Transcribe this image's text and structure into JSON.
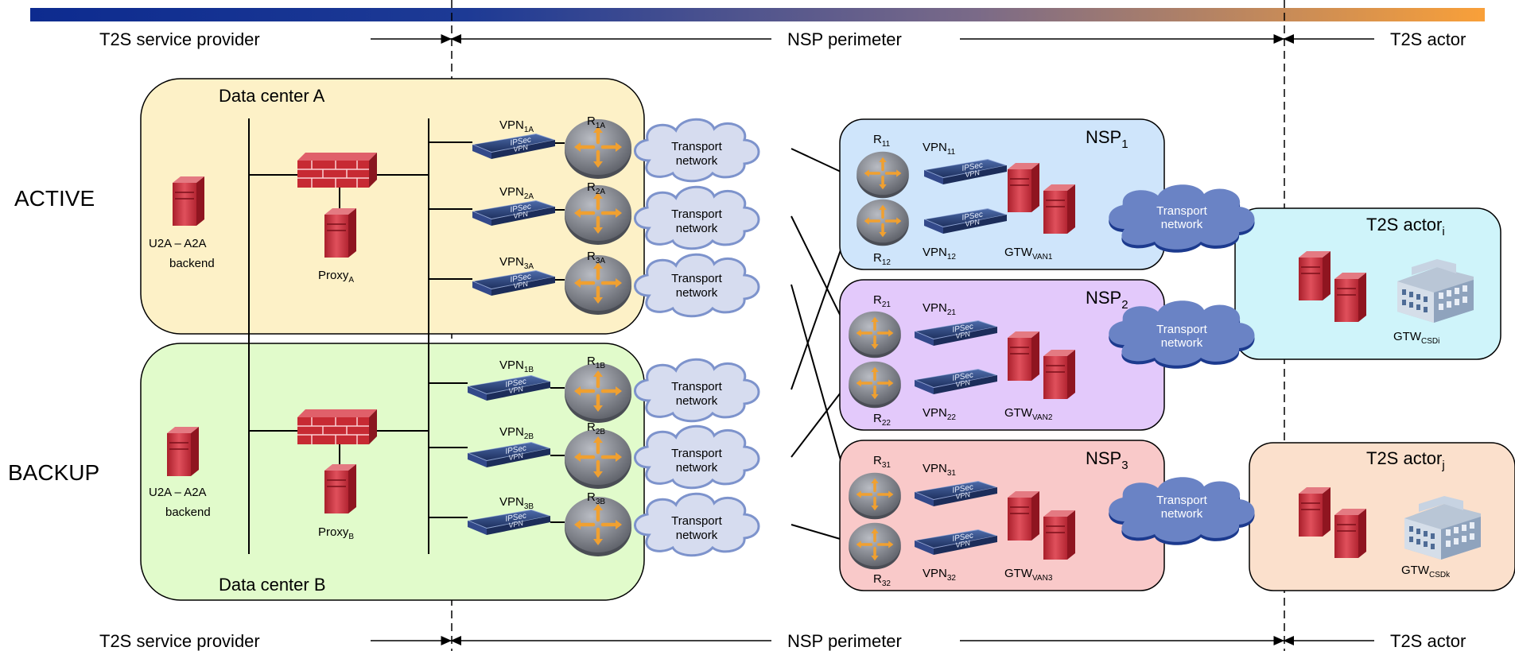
{
  "header": {
    "left": "T2S service provider",
    "center": "NSP perimeter",
    "right": "T2S actor"
  },
  "footer": {
    "left": "T2S service provider",
    "center": "NSP perimeter",
    "right": "T2S actor"
  },
  "modes": {
    "active": "ACTIVE",
    "backup": "BACKUP"
  },
  "data_centers": [
    {
      "title": "Data center A",
      "backend": [
        "U2A – A2A",
        "backend"
      ],
      "proxy": "Proxy",
      "proxy_sub": "A"
    },
    {
      "title": "Data center B",
      "backend": [
        "U2A – A2A",
        "backend"
      ],
      "proxy": "Proxy",
      "proxy_sub": "B"
    }
  ],
  "dc_links": [
    {
      "vpn": "VPN",
      "vpn_sub": "1A",
      "router": "R",
      "router_sub": "1A"
    },
    {
      "vpn": "VPN",
      "vpn_sub": "2A",
      "router": "R",
      "router_sub": "2A"
    },
    {
      "vpn": "VPN",
      "vpn_sub": "3A",
      "router": "R",
      "router_sub": "3A"
    },
    {
      "vpn": "VPN",
      "vpn_sub": "1B",
      "router": "R",
      "router_sub": "1B"
    },
    {
      "vpn": "VPN",
      "vpn_sub": "2B",
      "router": "R",
      "router_sub": "2B"
    },
    {
      "vpn": "VPN",
      "vpn_sub": "3B",
      "router": "R",
      "router_sub": "3B"
    }
  ],
  "cloud_label": [
    "Transport",
    "network"
  ],
  "nsps": [
    {
      "title": "NSP",
      "title_sub": "1",
      "r_top": "R",
      "r_top_sub": "11",
      "vpn_top": "VPN",
      "vpn_top_sub": "11",
      "r_bot": "R",
      "r_bot_sub": "12",
      "vpn_bot": "VPN",
      "vpn_bot_sub": "12",
      "gtw": "GTW",
      "gtw_sub": "VAN1"
    },
    {
      "title": "NSP",
      "title_sub": "2",
      "r_top": "R",
      "r_top_sub": "21",
      "vpn_top": "VPN",
      "vpn_top_sub": "21",
      "r_bot": "R",
      "r_bot_sub": "22",
      "vpn_bot": "VPN",
      "vpn_bot_sub": "22",
      "gtw": "GTW",
      "gtw_sub": "VAN2"
    },
    {
      "title": "NSP",
      "title_sub": "3",
      "r_top": "R",
      "r_top_sub": "31",
      "vpn_top": "VPN",
      "vpn_top_sub": "31",
      "r_bot": "R",
      "r_bot_sub": "32",
      "vpn_bot": "VPN",
      "vpn_bot_sub": "32",
      "gtw": "GTW",
      "gtw_sub": "VAN3"
    }
  ],
  "actors": [
    {
      "title": "T2S actor",
      "title_sub": "i",
      "gtw": "GTW",
      "gtw_sub": "CSDi"
    },
    {
      "title": "T2S actor",
      "title_sub": "j",
      "gtw": "GTW",
      "gtw_sub": "CSDk"
    }
  ],
  "vpn_device_label": [
    "IPSec",
    "VPN"
  ],
  "colors": {
    "dc_a": "#fdf1c7",
    "dc_b": "#e1fbcb",
    "nsp1": "#cfe5fb",
    "nsp2": "#e3c9fb",
    "nsp3": "#f9c9c9",
    "actor_i": "#cff4fa",
    "actor_j": "#fbe0cc",
    "cloud_light": "#d6dcef",
    "cloud_dark": "#6a83c5",
    "header_bar_start": "#0d2b8f",
    "header_bar_end": "#f9a039",
    "server": "#c9323e",
    "firewall": "#c0252d"
  }
}
